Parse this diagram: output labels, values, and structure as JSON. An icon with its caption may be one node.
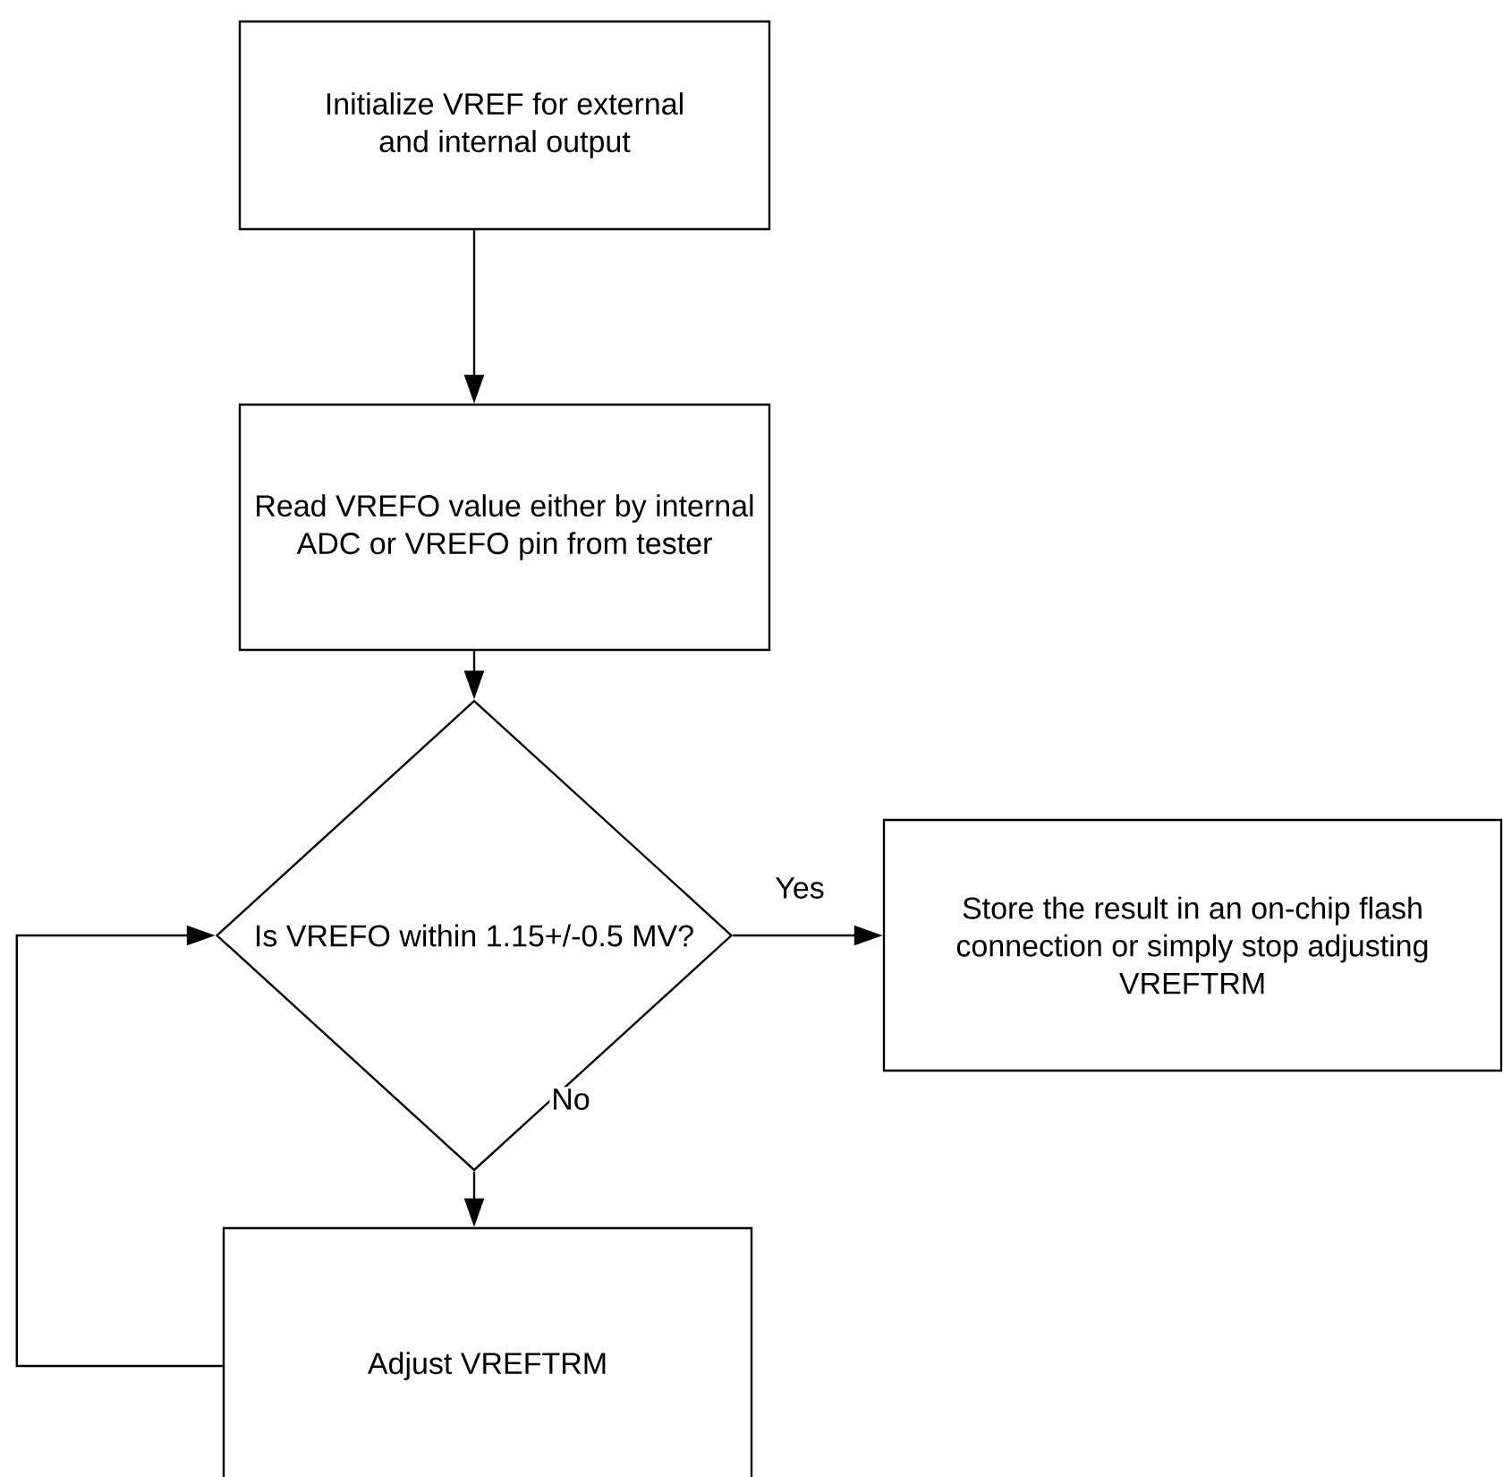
{
  "diagram": {
    "nodes": [
      {
        "text": [
          "Initialize VREF for external and internal output"
        ]
      },
      {
        "text": [
          "Read VREFO value either by internal ADC or VREFO pin from tester"
        ]
      },
      {
        "text": [
          "Is VREFO within 1.15+/-0.5 MV?"
        ]
      },
      {
        "text": [
          "Store the result in an on-chip flash connection or simply stop adjusting VREFTRM"
        ]
      },
      {
        "text": [
          "Adjust VREFTRM"
        ]
      }
    ],
    "edges": [
      {
        "from": 0,
        "to": 1,
        "arrow": "to"
      },
      {
        "from": 1,
        "to": 2,
        "arrow": "to"
      },
      {
        "from": 2,
        "to": 3,
        "arrow": "to",
        "label": "Yes"
      },
      {
        "from": 2,
        "to": 4,
        "arrow": "to",
        "label": "No"
      },
      {
        "from": 4,
        "to": 2,
        "arrow": "to"
      }
    ]
  }
}
